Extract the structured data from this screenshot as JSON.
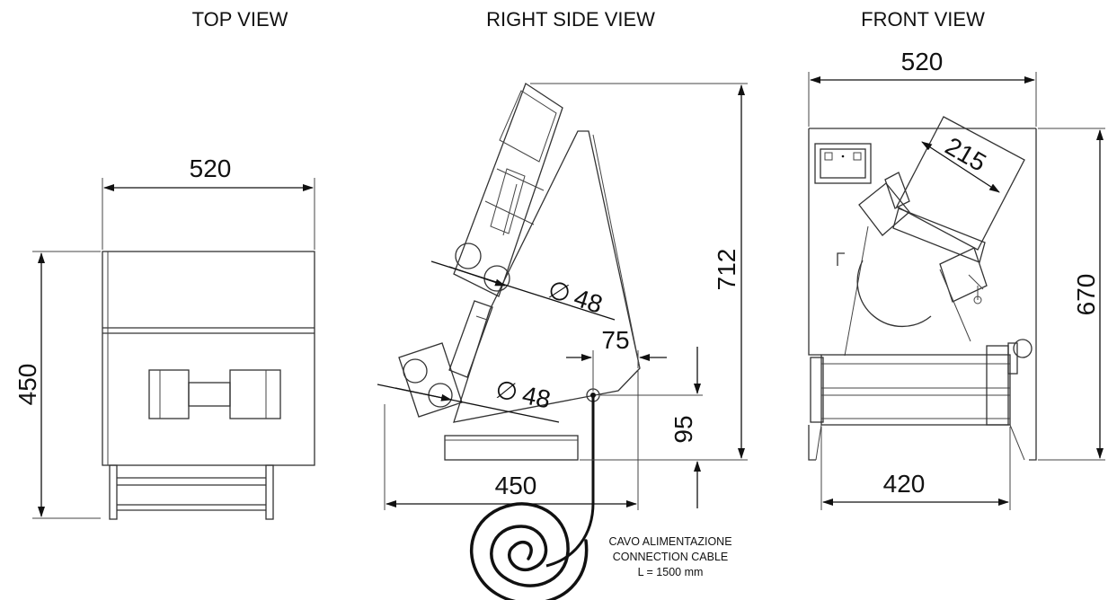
{
  "views": {
    "top": {
      "title": "TOP VIEW",
      "width": "520",
      "depth": "450"
    },
    "side": {
      "title": "RIGHT SIDE VIEW",
      "height": "712",
      "roller_diameter_upper": "48",
      "roller_diameter_lower": "48",
      "cable_offset_x": "75",
      "cable_offset_y": "95",
      "base_depth": "450"
    },
    "front": {
      "title": "FRONT VIEW",
      "width": "520",
      "height": "670",
      "roller_length": "215",
      "base_width": "420"
    }
  },
  "cable_note": {
    "line1": "CAVO ALIMENTAZIONE",
    "line2": "CONNECTION CABLE",
    "line3": "L = 1500 mm"
  },
  "diameter_symbol": "∅"
}
